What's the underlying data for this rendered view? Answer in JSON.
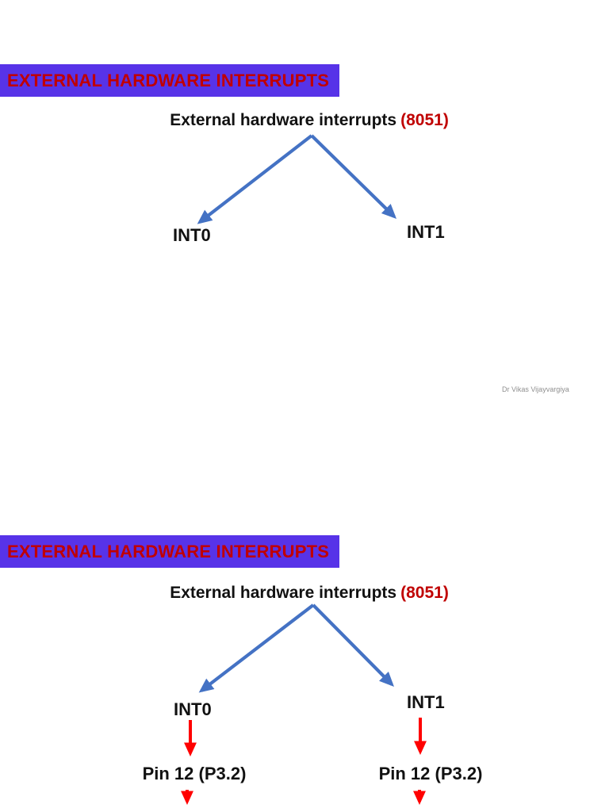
{
  "colors": {
    "page_bg": "#ffffff",
    "banner_bg": "#5733e8",
    "banner_text": "#c00000",
    "heading_text": "#111111",
    "accent_red": "#c00000",
    "arrow_blue": "#4472c4",
    "arrow_red": "#ff0000",
    "author_gray": "#8f8f8f"
  },
  "document": {
    "type": "presentation-slides",
    "slides": [
      {
        "banner": "EXTERNAL HARDWARE INTERRUPTS",
        "heading": "External hardware interrupts",
        "heading_highlight": "(8051)",
        "nodes": {
          "left": "INT0",
          "right": "INT1"
        },
        "author_credit": "Dr Vikas Vijayvargiya"
      },
      {
        "banner": "EXTERNAL HARDWARE INTERRUPTS",
        "heading": "External hardware interrupts",
        "heading_highlight": "(8051)",
        "nodes": {
          "left": "INT0",
          "right": "INT1"
        },
        "pins": {
          "left": "Pin 12 (P3.2)",
          "right": "Pin 12 (P3.2)"
        }
      }
    ]
  }
}
